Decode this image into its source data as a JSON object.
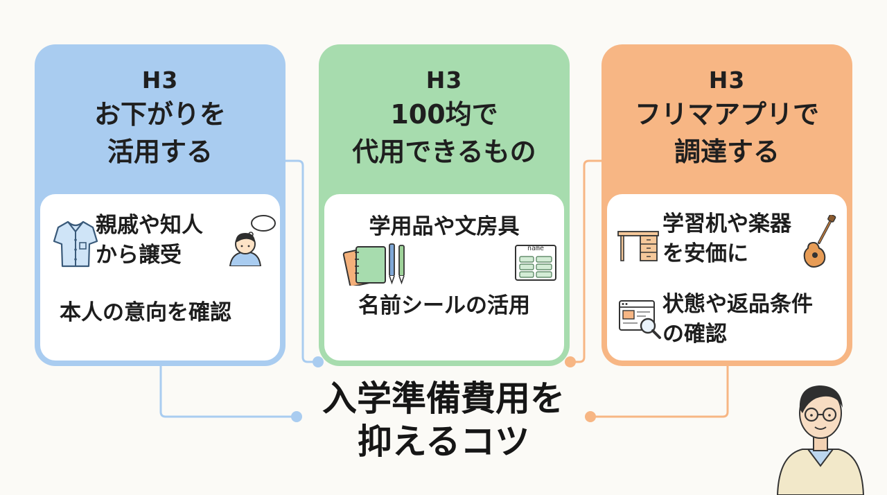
{
  "title": {
    "line1": "入学準備費用を",
    "line2": "抑えるコツ"
  },
  "cards": [
    {
      "tag": "H3",
      "heading_line1": "お下がりを",
      "heading_line2": "活用する",
      "items": [
        {
          "line1": "親戚や知人",
          "line2": "から譲受"
        },
        {
          "line1": "本人の意向を確認"
        }
      ],
      "color": "#a9ccf0"
    },
    {
      "tag": "H3",
      "heading_line1": "100均で",
      "heading_line2": "代用できるもの",
      "items": [
        {
          "line1": "学用品や文房具"
        },
        {
          "line1": "名前シールの活用"
        }
      ],
      "color": "#a7dcae",
      "name_label_text": "name"
    },
    {
      "tag": "H3",
      "heading_line1": "フリマアプリで",
      "heading_line2": "調達する",
      "items": [
        {
          "line1": "学習机や楽器",
          "line2": "を安価に"
        },
        {
          "line1": "状態や返品条件",
          "line2": "の確認"
        }
      ],
      "color": "#f7b684"
    }
  ],
  "icons": [
    "shirt-icon",
    "thinking-child-icon",
    "notebooks-pens-icon",
    "name-label-icon",
    "desk-icon",
    "guitar-icon",
    "web-search-icon",
    "presenter-man-icon"
  ]
}
